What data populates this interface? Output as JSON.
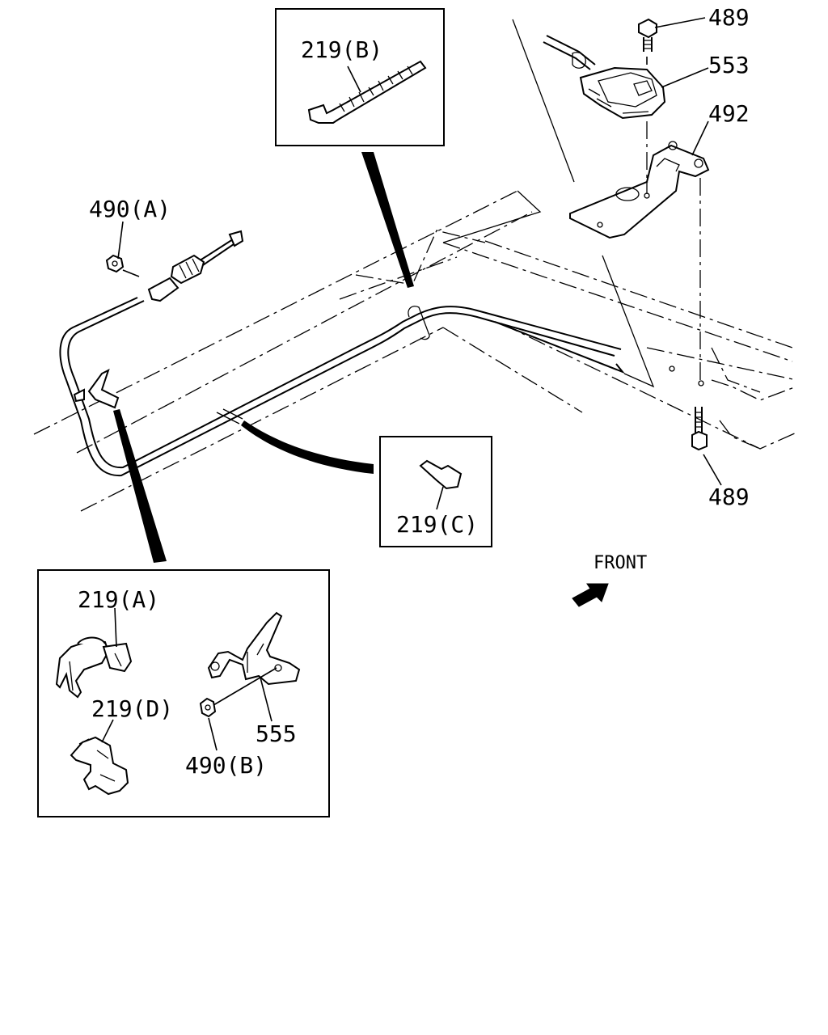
{
  "diagram": {
    "callouts": {
      "p489_top": "489",
      "p553": "553",
      "p492": "492",
      "p489_bottom": "489",
      "p490a": "490(A)",
      "p219b": "219(B)",
      "p219c": "219(C)",
      "p219a": "219(A)",
      "p219d": "219(D)",
      "p555": "555",
      "p490b": "490(B)"
    },
    "direction_label": "FRONT"
  }
}
